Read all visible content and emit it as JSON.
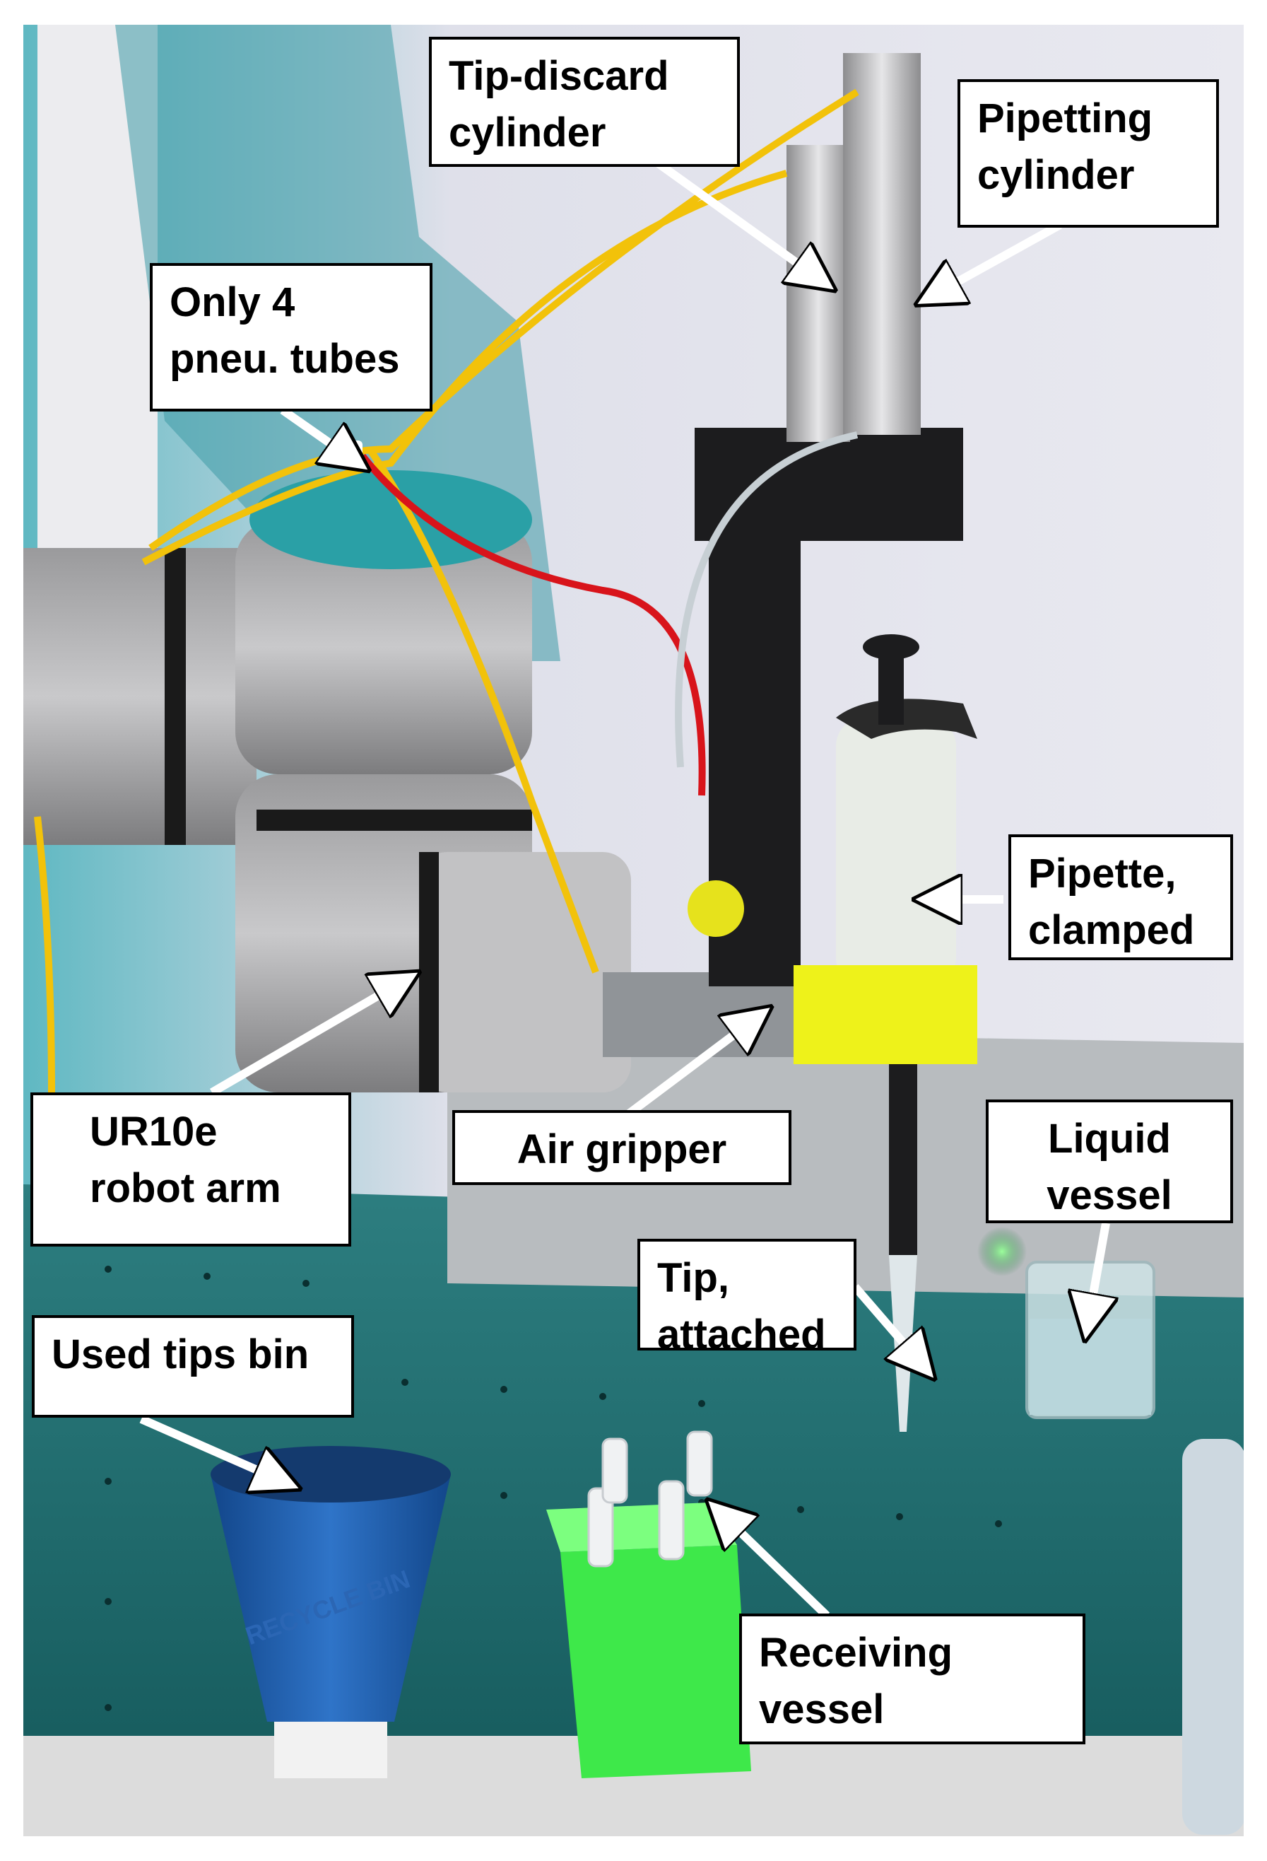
{
  "labels": {
    "tip_discard_cylinder": "Tip-discard\ncylinder",
    "pipetting_cylinder": "Pipetting\ncylinder",
    "pneumatic_tubes": "Only 4\npneu. tubes",
    "pipette_clamped": "Pipette,\nclamped",
    "ur10e_arm": "UR10e\nrobot arm",
    "air_gripper": "Air gripper",
    "liquid_vessel": "Liquid\nvessel",
    "tip_attached": "Tip,\nattached",
    "used_tips_bin": "Used tips bin",
    "receiving_vessel": "Receiving\nvessel"
  },
  "bin_text": "RECYCLE BIN",
  "colors": {
    "callout_border": "#000000",
    "callout_fill": "#ffffff",
    "arrow": "#ffffff",
    "table_top": "#1f6f70",
    "tube_yellow": "#f2c20a",
    "tube_red": "#d8141b",
    "bin_blue": "#1e5fb0",
    "rack_green": "#3ee84a",
    "clamp_yellow": "#eef21a"
  }
}
